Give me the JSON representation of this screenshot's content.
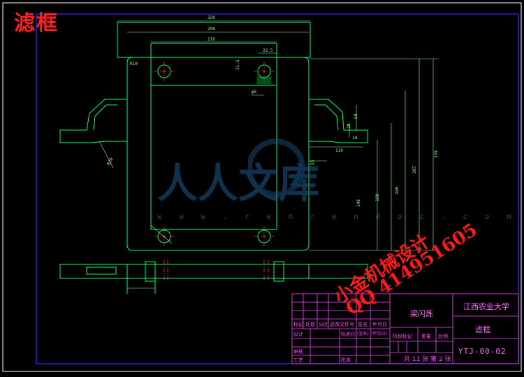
{
  "drawing": {
    "title": "滤框",
    "watermark_red_line1": "小金机械设计",
    "watermark_red_line2": "QQ 414951605",
    "watermark_logo": "人人文库",
    "watermark_url": "w w w . r e n r e n d o c . c o m"
  },
  "dimensions": {
    "d_320": "320",
    "d_290": "290",
    "d_210": "210",
    "d_22_5": "22.5",
    "d_r10": "R10",
    "d_21_5": "21.5",
    "d_phi5": "φ5",
    "d_50": "50",
    "d_20": "20",
    "d_10": "10",
    "d_110": "110",
    "d_35": "35",
    "d_140": "140",
    "d_180": "180",
    "d_240": "240",
    "d_267": "267",
    "d_339": "339",
    "d_r20": "R20"
  },
  "title_block": {
    "designer": "梁闪炼",
    "university": "江西农业大学",
    "part_name": "滤框",
    "drawing_code": "YTJ-00-02",
    "sheet_info": "共 11 张 第 2 张",
    "col_mark": "标记",
    "col_count": "处数",
    "col_zone": "分区",
    "col_doc": "更改文件号",
    "col_sign": "签名",
    "col_date": "年月日",
    "col_sign2": "(签名)",
    "col_date2": "(年月日)",
    "row_design": "设计",
    "row_std": "标准化",
    "row_check": "审核",
    "row_process": "工艺",
    "row_approve": "批准",
    "stage_mark": "阶段标记",
    "weight": "重量",
    "scale": "比例"
  },
  "colors": {
    "background": "#000000",
    "outline": "#ffffff",
    "geometry": "#00ff66",
    "dimension": "#8fff8f",
    "frame": "#3030ff",
    "centerline": "#ff3030",
    "titleblock": "#ff44ff"
  }
}
